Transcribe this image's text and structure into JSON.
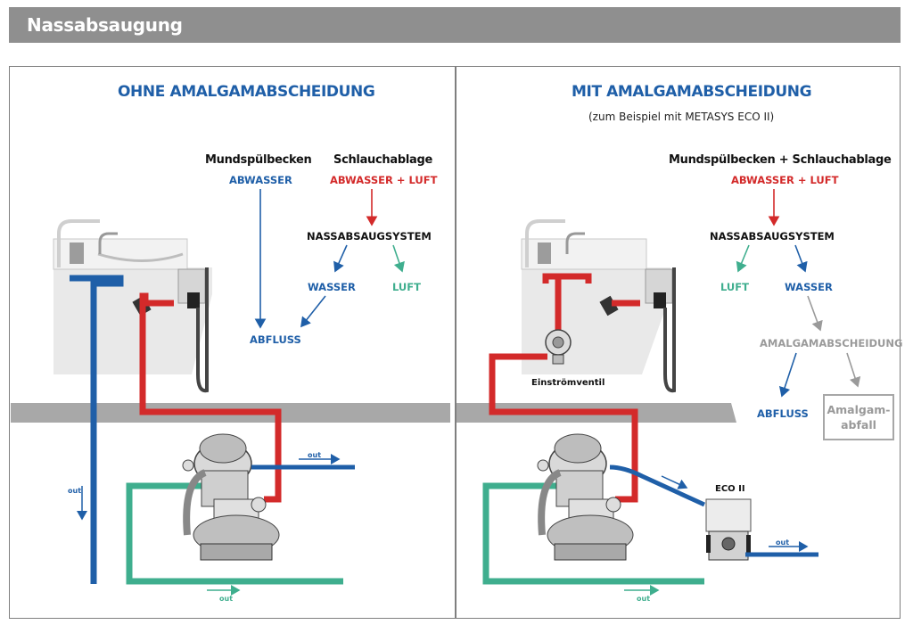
{
  "header": {
    "title": "Nassabsaugung"
  },
  "colors": {
    "header_bg": "#8f8f8f",
    "title_blue": "#1f5fa8",
    "red": "#d32a2a",
    "blue": "#1f5fa8",
    "teal": "#3fae8e",
    "gray": "#9a9a9a"
  },
  "left": {
    "title": "OHNE AMALGAMABSCHEIDUNG",
    "source_spittoon": "Mundspülbecken",
    "source_hose": "Schlauchablage",
    "abwasser": "ABWASSER",
    "abwasser_luft": "ABWASSER + LUFT",
    "system": "NASSABSAUGSYSTEM",
    "wasser": "WASSER",
    "luft": "LUFT",
    "abfluss": "ABFLUSS",
    "out_vertical": "out",
    "out_right": "out",
    "out_bottom": "out"
  },
  "right": {
    "title": "MIT AMALGAMABSCHEIDUNG",
    "subtitle": "(zum Beispiel mit METASYS ECO II)",
    "source": "Mundspülbecken + Schlauchablage",
    "abwasser_luft": "ABWASSER + LUFT",
    "system": "NASSABSAUGSYSTEM",
    "luft": "LUFT",
    "wasser": "WASSER",
    "amalgam": "AMALGAMABSCHEIDUNG",
    "abfluss": "ABFLUSS",
    "waste_line1": "Amalgam-",
    "waste_line2": "abfall",
    "valve": "Einströmventil",
    "device": "ECO II",
    "out_right": "out",
    "out_bottom": "out"
  }
}
